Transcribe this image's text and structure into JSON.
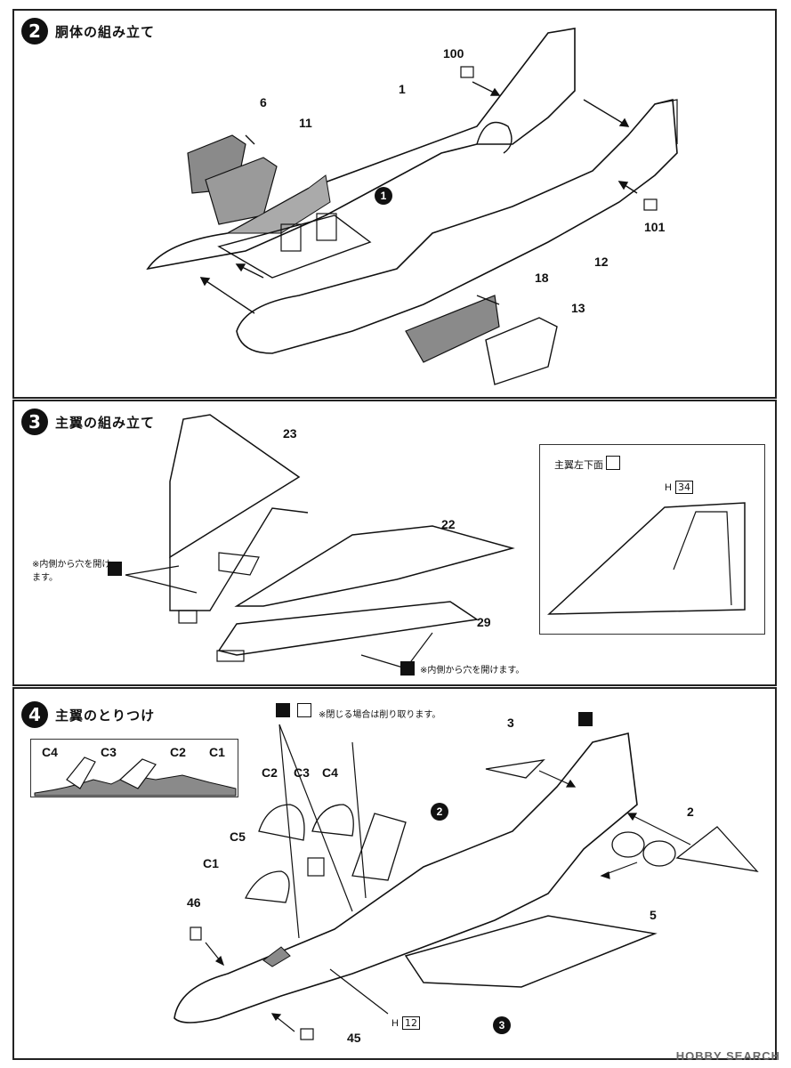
{
  "steps": [
    {
      "number": "2",
      "title": "胴体の組み立て"
    },
    {
      "number": "3",
      "title": "主翼の組み立て"
    },
    {
      "number": "4",
      "title": "主翼のとりつけ"
    }
  ],
  "sec2": {
    "parts": [
      "100",
      "1",
      "6",
      "11",
      "101",
      "12",
      "18",
      "13"
    ],
    "ref_step": "1"
  },
  "sec3": {
    "parts": [
      "23",
      "22",
      "29"
    ],
    "note_drill": "※内側から穴を開けます。",
    "note_inner": "※内側から穴を開けます。",
    "inset_title": "主翼左下面",
    "inset_part": "H",
    "inset_part_num": "34"
  },
  "sec4": {
    "note_cut": "※閉じる場合は削り取ります。",
    "canopy_labels": [
      "C4",
      "C3",
      "C2",
      "C1"
    ],
    "parts": [
      "C2",
      "C3",
      "C4",
      "C5",
      "C1",
      "46",
      "45",
      "3",
      "2",
      "5"
    ],
    "ref_steps": [
      "2",
      "3"
    ],
    "h_label": "H",
    "h_num": "12"
  },
  "watermark": "HOBBY SEARCH",
  "colors": {
    "ink": "#111111",
    "frame": "#222222",
    "shade": "#8a8a8a"
  }
}
